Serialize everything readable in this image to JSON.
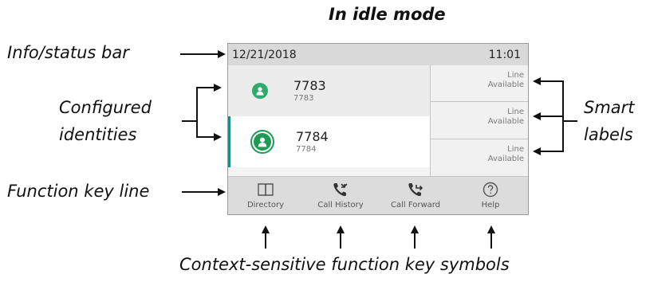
{
  "captions": {
    "title": "In idle mode",
    "status_bar": "Info/status bar",
    "configured_line1": "Configured",
    "configured_line2": "identities",
    "function_key_line": "Function key line",
    "smart_line1": "Smart",
    "smart_line2": "labels",
    "context_symbols": "Context-sensitive function key symbols"
  },
  "screen": {
    "status": {
      "date": "12/21/2018",
      "time": "11:01"
    },
    "identities": [
      {
        "number": "7783",
        "sub": "7783"
      },
      {
        "number": "7784",
        "sub": "7784"
      }
    ],
    "smart_labels": [
      {
        "line1": "Line",
        "line2": "Available"
      },
      {
        "line1": "Line",
        "line2": "Available"
      },
      {
        "line1": "Line",
        "line2": "Available"
      }
    ],
    "function_keys": [
      {
        "label": "Directory",
        "icon": "book-icon"
      },
      {
        "label": "Call History",
        "icon": "call-history-icon"
      },
      {
        "label": "Call Forward",
        "icon": "call-forward-icon"
      },
      {
        "label": "Help",
        "icon": "help-icon"
      }
    ]
  },
  "colors": {
    "avatar_green": "#2eaa6a",
    "selection_accent": "#1e8a8a",
    "status_bar_bg": "#d9d9d9"
  }
}
